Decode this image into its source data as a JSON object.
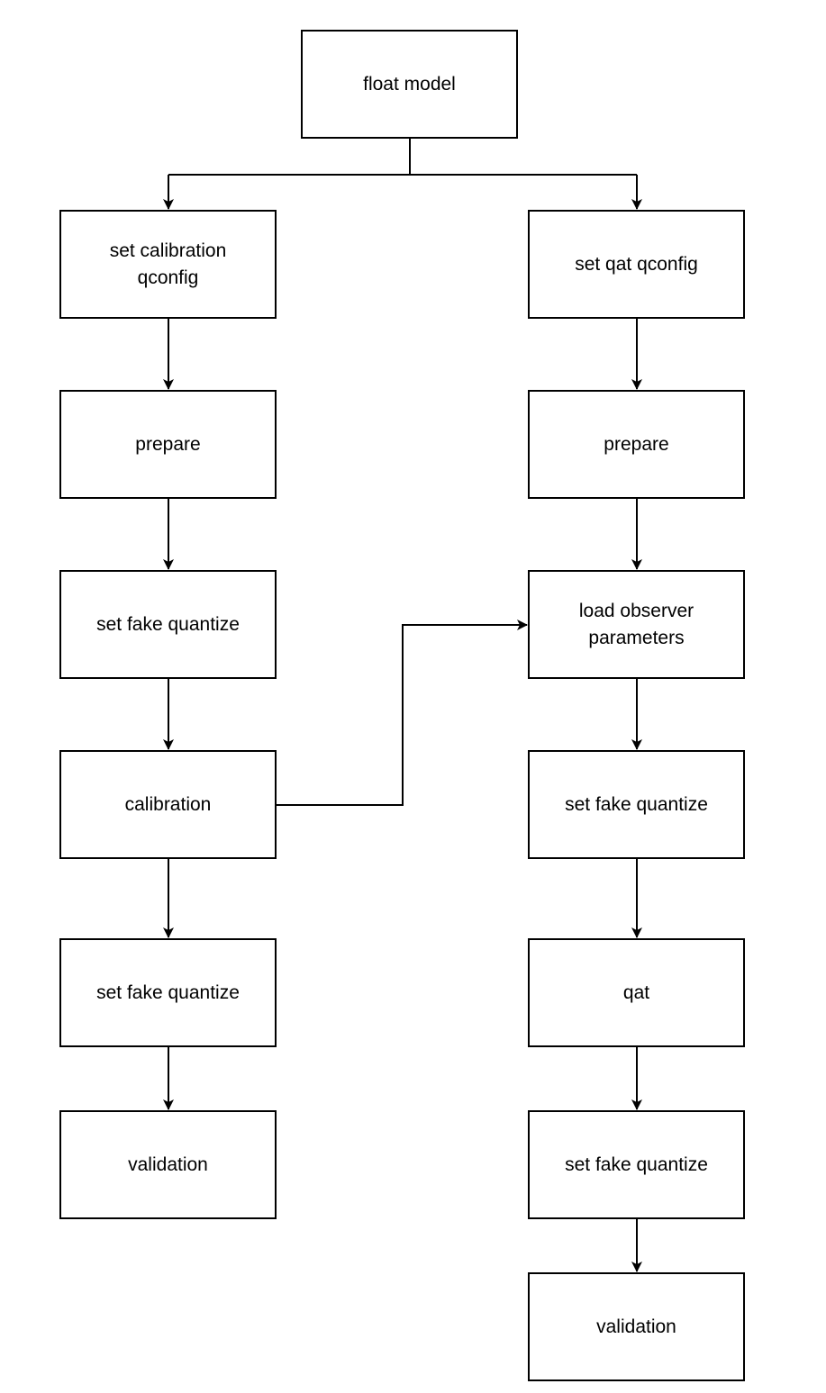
{
  "diagram": {
    "type": "flowchart",
    "line_color": "#000000",
    "box_fill": "#ffffff",
    "nodes": {
      "root": {
        "label": "float model"
      },
      "left": {
        "calib_qconfig": {
          "label": "set calibration qconfig"
        },
        "prepare": {
          "label": "prepare"
        },
        "fake_quant_1": {
          "label": "set fake quantize"
        },
        "calibration": {
          "label": "calibration"
        },
        "fake_quant_2": {
          "label": "set fake quantize"
        },
        "validation": {
          "label": "validation"
        }
      },
      "right": {
        "qat_qconfig": {
          "label": "set qat qconfig"
        },
        "prepare": {
          "label": "prepare"
        },
        "load_observer": {
          "label": "load observer parameters"
        },
        "fake_quant_1": {
          "label": "set fake quantize"
        },
        "qat": {
          "label": "qat"
        },
        "fake_quant_2": {
          "label": "set fake quantize"
        },
        "validation": {
          "label": "validation"
        }
      }
    },
    "edges": [
      {
        "from": "root",
        "to": "left.calib_qconfig"
      },
      {
        "from": "root",
        "to": "right.qat_qconfig"
      },
      {
        "from": "left.calib_qconfig",
        "to": "left.prepare"
      },
      {
        "from": "left.prepare",
        "to": "left.fake_quant_1"
      },
      {
        "from": "left.fake_quant_1",
        "to": "left.calibration"
      },
      {
        "from": "left.calibration",
        "to": "left.fake_quant_2"
      },
      {
        "from": "left.fake_quant_2",
        "to": "left.validation"
      },
      {
        "from": "left.calibration",
        "to": "right.load_observer"
      },
      {
        "from": "right.qat_qconfig",
        "to": "right.prepare"
      },
      {
        "from": "right.prepare",
        "to": "right.load_observer"
      },
      {
        "from": "right.load_observer",
        "to": "right.fake_quant_1"
      },
      {
        "from": "right.fake_quant_1",
        "to": "right.qat"
      },
      {
        "from": "right.qat",
        "to": "right.fake_quant_2"
      },
      {
        "from": "right.fake_quant_2",
        "to": "right.validation"
      }
    ]
  }
}
